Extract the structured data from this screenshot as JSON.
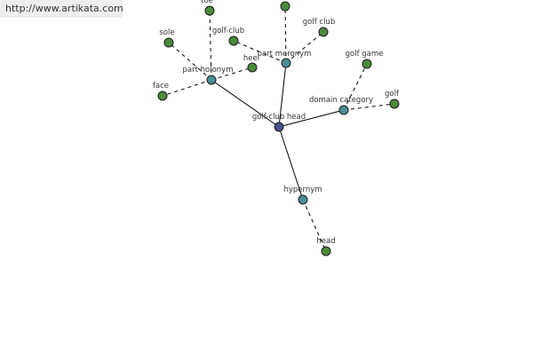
{
  "banner": {
    "url_text": "http://www.artikata.com"
  },
  "colors": {
    "center_node": "#4a4f8c",
    "relation_node": "#4a8f95",
    "leaf_node": "#4b8a3a"
  },
  "graph": {
    "center": {
      "id": "golf-club-head",
      "label": "golf-club head"
    },
    "relations": [
      {
        "id": "part-holonym",
        "label": "part holonym",
        "leaves": [
          {
            "id": "toe",
            "label": "toe"
          },
          {
            "id": "sole",
            "label": "sole"
          },
          {
            "id": "face",
            "label": "face"
          },
          {
            "id": "heel",
            "label": "heel"
          }
        ]
      },
      {
        "id": "part-meronym",
        "label": "part meronym",
        "leaves": [
          {
            "id": "golf-club-b",
            "label": ""
          },
          {
            "id": "golf-club-a",
            "label": "golf-club"
          },
          {
            "id": "golf-club-c",
            "label": "golf club"
          }
        ]
      },
      {
        "id": "domain-category",
        "label": "domain category",
        "leaves": [
          {
            "id": "golf-game",
            "label": "golf game"
          },
          {
            "id": "golf",
            "label": "golf"
          }
        ]
      },
      {
        "id": "hypernym",
        "label": "hypernym",
        "leaves": [
          {
            "id": "head",
            "label": "head"
          }
        ]
      }
    ]
  }
}
